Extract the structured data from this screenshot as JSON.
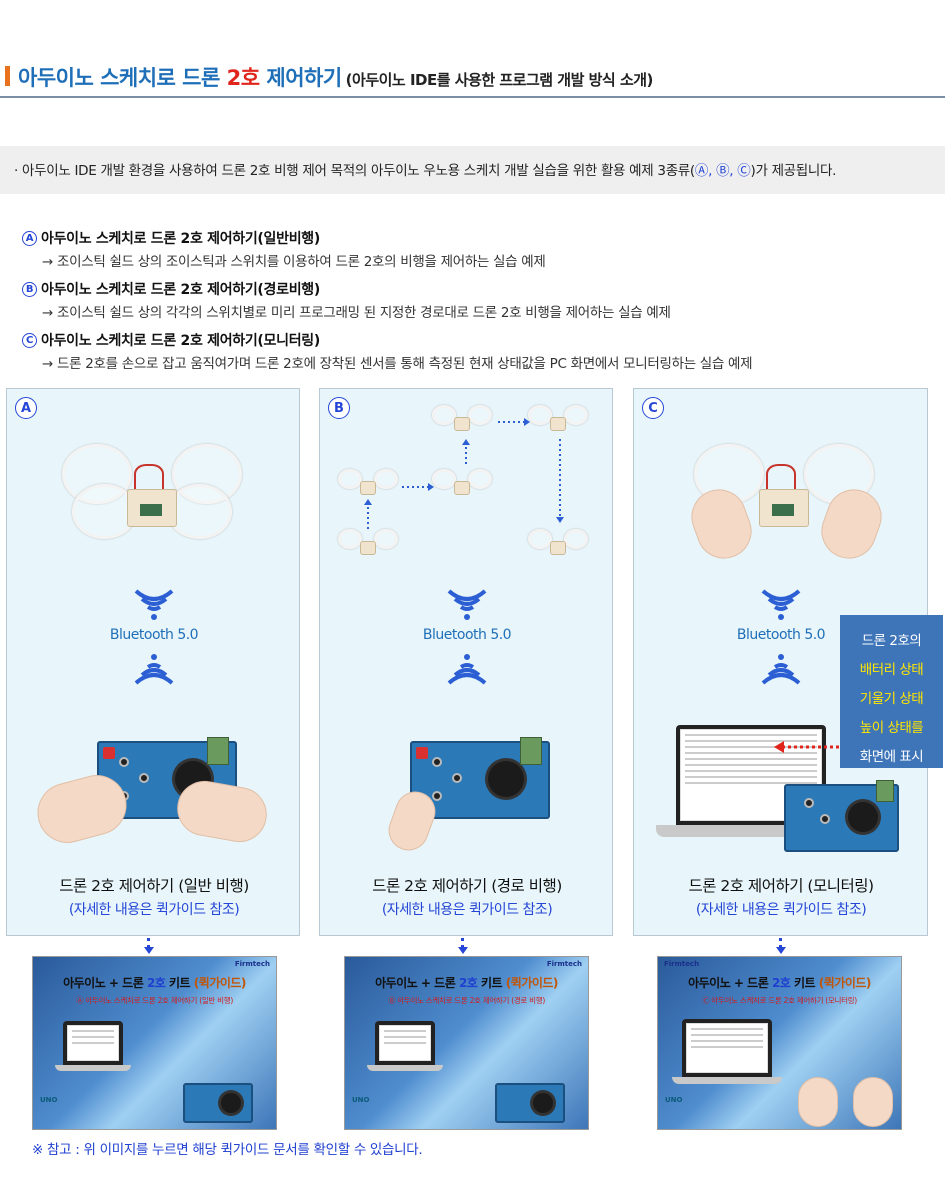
{
  "header": {
    "title_main_a": "아두이노 스케치로 드론 ",
    "title_main_red": "2호",
    "title_main_b": " 제어하기",
    "title_sub": "(아두이노 IDE를 사용한 프로그램 개발 방식 소개)"
  },
  "intro": {
    "text_a": "· 아두이노 IDE 개발 환경을 사용하여 드론 2호 비행 제어 목적의 아두이노 우노용 스케치 개발 실습을 위한 활용 예제 3종류(",
    "text_blue": "Ⓐ, Ⓑ, Ⓒ",
    "text_b": ")가 제공됩니다."
  },
  "items": [
    {
      "mark": "A",
      "title": "아두이노 스케치로 드론 2호 제어하기(일반비행)",
      "desc": "→ 조이스틱 쉴드 상의 조이스틱과 스위치를 이용하여 드론 2호의 비행을 제어하는 실습 예제"
    },
    {
      "mark": "B",
      "title": "아두이노 스케치로 드론 2호 제어하기(경로비행)",
      "desc": "→ 조이스틱 쉴드 상의 각각의 스위치별로 미리 프로그래밍 된 지정한 경로대로 드론 2호 비행을 제어하는 실습 예제"
    },
    {
      "mark": "C",
      "title": "아두이노 스케치로 드론 2호 제어하기(모니터링)",
      "desc": "→ 드론 2호를 손으로 잡고 움직여가며 드론 2호에 장착된 센서를 통해 측정된 현재 상태값을 PC 화면에서 모니터링하는 실습 예제"
    }
  ],
  "panels": [
    {
      "badge": "A",
      "bluetooth": "Bluetooth 5.0",
      "caption": "드론 2호 제어하기 (일반 비행)",
      "link": "(자세한 내용은 퀵가이드 참조)"
    },
    {
      "badge": "B",
      "bluetooth": "Bluetooth 5.0",
      "caption": "드론 2호 제어하기 (경로 비행)",
      "link": "(자세한 내용은 퀵가이드 참조)"
    },
    {
      "badge": "C",
      "bluetooth": "Bluetooth 5.0",
      "caption": "드론 2호 제어하기 (모니터링)",
      "link": "(자세한 내용은 퀵가이드 참조)"
    }
  ],
  "info_box": {
    "line1": "드론 2호의",
    "line2": "배터리 상태",
    "line3": "기울기 상태",
    "line4": "높이 상태를",
    "line5": "화면에 표시"
  },
  "thumbnails": [
    {
      "brand": "Firmtech",
      "title_a": "아두이노 + 드론 ",
      "title_b": "2호",
      "title_c": " 키트 ",
      "title_d": "(퀵가이드)",
      "subtitle": "Ⓐ 아두이노 스케치로 드론 2호 제어하기 (일반 비행)",
      "uno": "UNO"
    },
    {
      "brand": "Firmtech",
      "title_a": "아두이노 + 드론 ",
      "title_b": "2호",
      "title_c": " 키트 ",
      "title_d": "(퀵가이드)",
      "subtitle": "Ⓑ 아두이노 스케치로 드론 2호 제어하기 (경로 비행)",
      "uno": "UNO"
    },
    {
      "brand": "Firmtech",
      "title_a": "아두이노 + 드론 ",
      "title_b": "2호",
      "title_c": " 키트 ",
      "title_d": "(퀵가이드)",
      "subtitle": "Ⓒ 아두이노 스케치로 드론 2호 제어하기 (모니터링)",
      "uno": "UNO"
    }
  ],
  "note": "※ 참고 : 위 이미지를 누르면 해당 퀵가이드 문서를 확인할 수 있습니다.",
  "colors": {
    "title_blue": "#1f6fb8",
    "accent_red": "#e0261c",
    "link_blue": "#2546d6",
    "panel_bg": "#e8f6fb",
    "info_bg": "#3e74b8"
  },
  "icons": {
    "wifi": "wifi-signal-icon",
    "arrow": "dotted-arrow-icon"
  }
}
